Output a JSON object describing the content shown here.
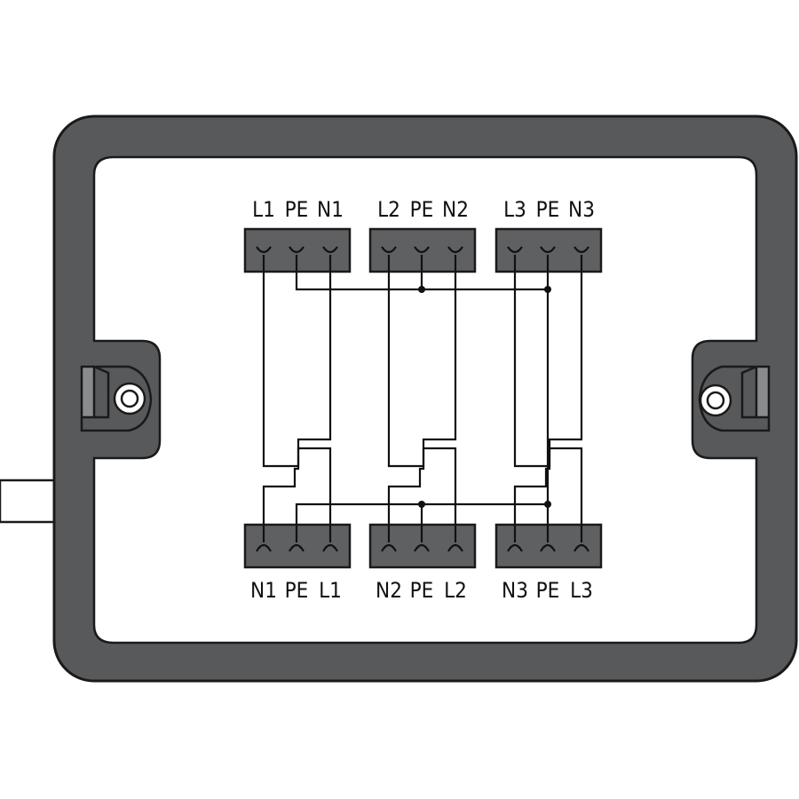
{
  "top_connectors": [
    {
      "labels": [
        "L1",
        "PE",
        "N1"
      ]
    },
    {
      "labels": [
        "L2",
        "PE",
        "N2"
      ]
    },
    {
      "labels": [
        "L3",
        "PE",
        "N3"
      ]
    }
  ],
  "bottom_connectors": [
    {
      "labels": [
        "N1",
        "PE",
        "L1"
      ]
    },
    {
      "labels": [
        "N2",
        "PE",
        "L2"
      ]
    },
    {
      "labels": [
        "N3",
        "PE",
        "L3"
      ]
    }
  ],
  "colors": {
    "frame": "#58595b",
    "frame_outline": "#1a1a1a",
    "connector": "#5f6062",
    "wire": "#111111",
    "background": "#ffffff"
  },
  "icons": [
    "mounting-lug-left-icon",
    "mounting-lug-right-icon",
    "screw-hole-icon"
  ]
}
